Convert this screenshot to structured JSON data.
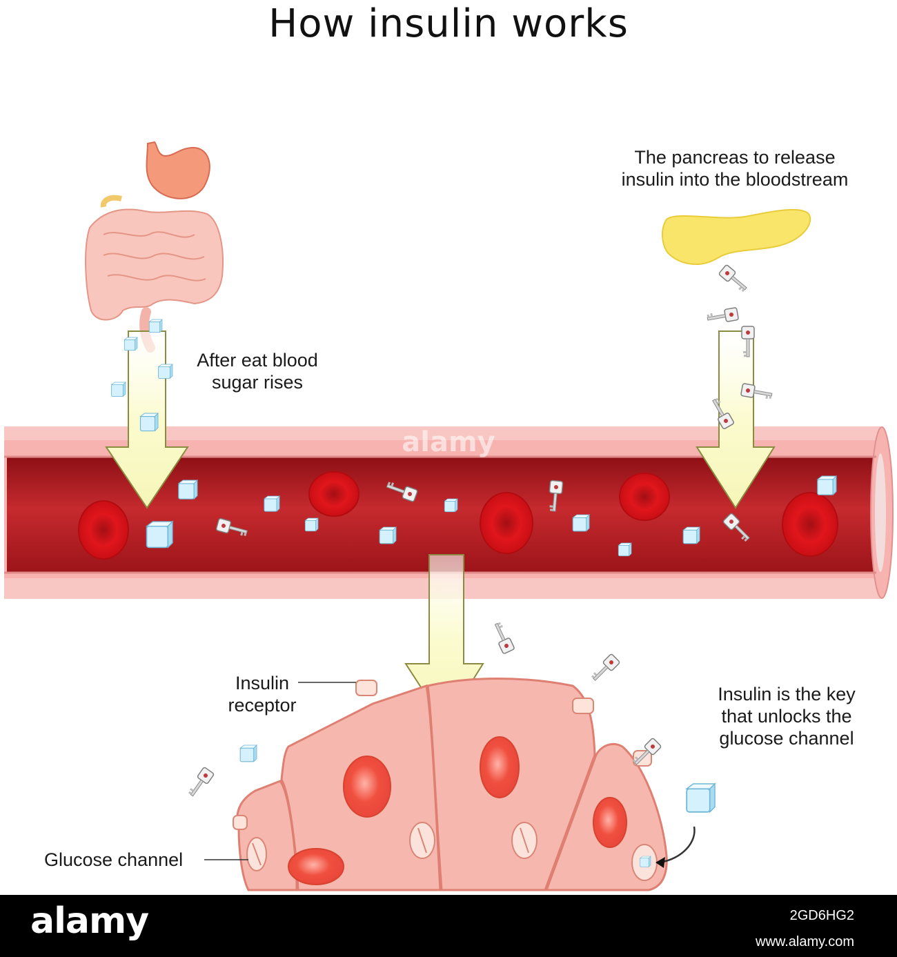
{
  "title": "How insulin works",
  "labels": {
    "after_eat_line1": "After eat blood",
    "after_eat_line2": "sugar rises",
    "pancreas_line1": "The pancreas to release",
    "pancreas_line2": "insulin into the bloodstream",
    "receptor_line1": "Insulin",
    "receptor_line2": "receptor",
    "key_line1": "Insulin is the key",
    "key_line2": "that unlocks the",
    "key_line3": "glucose channel",
    "glucose_channel": "Glucose channel"
  },
  "footer": {
    "logo": "alamy",
    "image_id": "2GD6HG2",
    "site": "www.alamy.com"
  },
  "colors": {
    "vessel_wall": "#f4aeae",
    "vessel_lumen": "#b81e24",
    "red_cell": "#d9171c",
    "cell_body": "#f6b7ae",
    "arrow_fill": "#fbfbd2",
    "glucose_cube": "#cfeefc",
    "pancreas": "#f9e66a"
  }
}
